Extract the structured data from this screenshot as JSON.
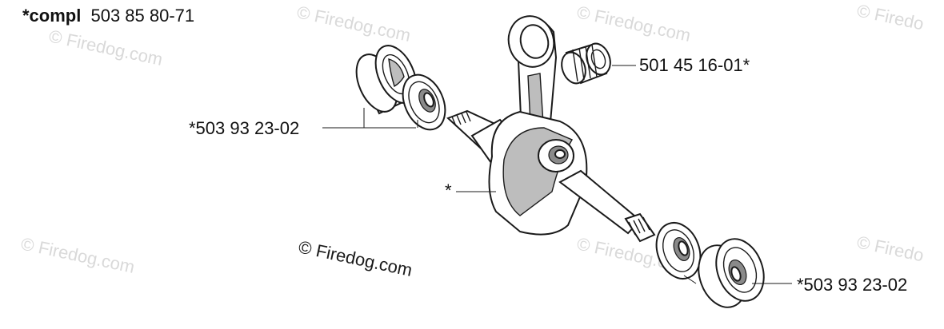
{
  "title": {
    "prefix": "*compl",
    "part_number": "503 85 80-71"
  },
  "callouts": {
    "needle_bearing": "501 45 16-01*",
    "bearing_left": "*503 93 23-02",
    "bearing_right": "*503 93 23-02",
    "crankshaft": "*"
  },
  "watermarks": {
    "copyright_text": "© Firedog.com",
    "partial_text": "© Firedo"
  },
  "credit": "© Firedog.com",
  "colors": {
    "line": "#1a1a1a",
    "watermark": "#d9d9d9",
    "background": "#ffffff"
  }
}
